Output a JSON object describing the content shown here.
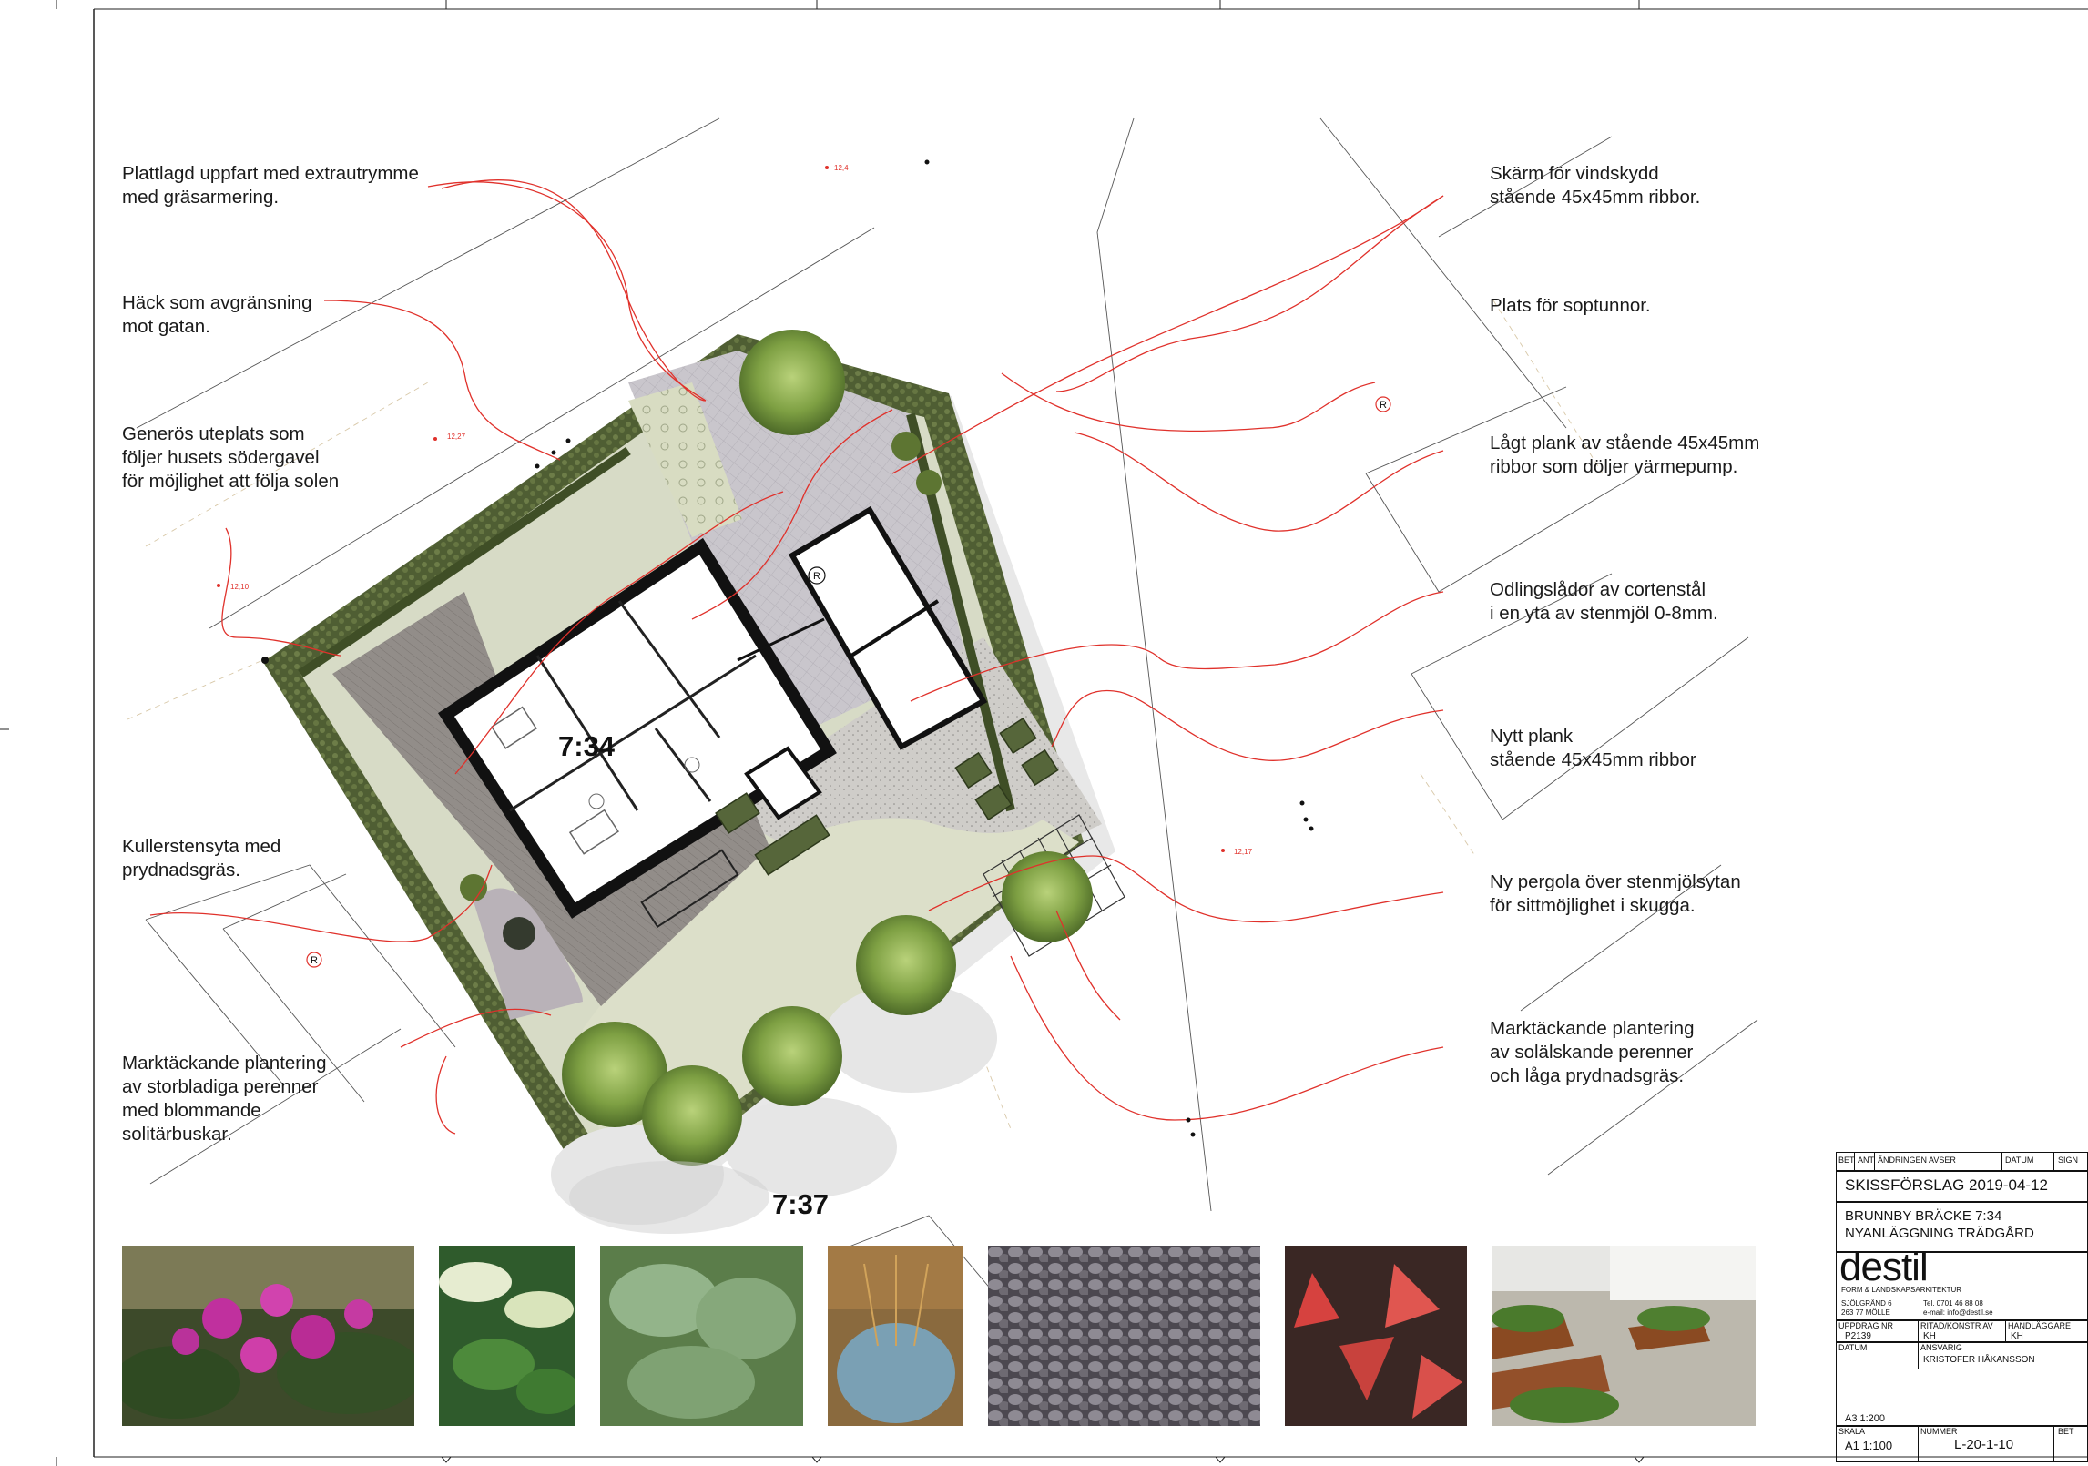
{
  "labels_left": [
    "Plattlagd uppfart med extrautrymme\nmed gräsarmering.",
    "Häck som avgränsning\nmot gatan.",
    "Generös uteplats som\nföljer husets södergavel\nför möjlighet att följa solen",
    "Kullerstensyta med\nprydnadsgräs.",
    "Marktäckande plantering\nav storbladiga perenner\nmed blommande\nsolitärbuskar."
  ],
  "labels_right": [
    "Skärm för vindskydd\nstående 45x45mm ribbor.",
    "Plats för soptunnor.",
    "Lågt plank av stående 45x45mm\nribbor som döljer värmepump.",
    "Odlingslådor av cortenstål\ni en yta av stenmjöl 0-8mm.",
    "Nytt plank\nstående 45x45mm ribbor",
    "Ny pergola över stenmjölsytan\nför sittmöjlighet i skugga.",
    "Marktäckande plantering\nav solälskande perenner\noch låga prydnadsgräs."
  ],
  "plan": {
    "lot_main": "7:34",
    "lot_south": "7:37",
    "spot_heights": [
      "12,4",
      "12,27",
      "12,10",
      "12,17"
    ],
    "recycling_mark": "R"
  },
  "title_block": {
    "headers": {
      "bet": "BET",
      "ant": "ANT",
      "change": "ÄNDRINGEN AVSER",
      "datum": "DATUM",
      "sign": "SIGN"
    },
    "status": "SKISSFÖRSLAG 2019-04-12",
    "project_line1": "BRUNNBY BRÄCKE 7:34",
    "project_line2": "NYANLÄGGNING TRÄDGÅRD",
    "company": "destil",
    "company_tagline": "FORM & LANDSKAPSARKITEKTUR",
    "address_line1": "SJÖLGRÄND 6",
    "address_line2": "263 77 MÖLLE",
    "phone": "Tel. 0701 46 88 08",
    "email": "e-mail: info@destil.se",
    "uppdrag_label": "UPPDRAG NR",
    "uppdrag_value": "P2139",
    "ritad_label": "RITAD/KONSTR AV",
    "ritad_value": "KH",
    "handl_label": "HANDLÄGGARE",
    "handl_value": "KH",
    "datum_label": "DATUM",
    "ansvarig_label": "ANSVARIG",
    "ansvarig_value": "KRISTOFER HÅKANSSON",
    "scale_a3": "A3 1:200",
    "skala_label": "SKALA",
    "skala_value": "A1 1:100",
    "nummer_label": "NUMMER",
    "nummer_value": "L-20-1-10",
    "bet_label": "BET"
  },
  "colors": {
    "hedge": "#5c6b3c",
    "lawn": "#d9ddc4",
    "deck": "#8e8a86",
    "paving": "#c9c7c9",
    "gravel": "#dcdad3",
    "contour": "#e0312b",
    "tree": "#7ea043"
  },
  "photos": [
    "rhododendron",
    "hosta-variegated",
    "hosta-green",
    "blue-fescue-grass",
    "cobblestones",
    "japanese-maple",
    "corten-raised-beds"
  ]
}
